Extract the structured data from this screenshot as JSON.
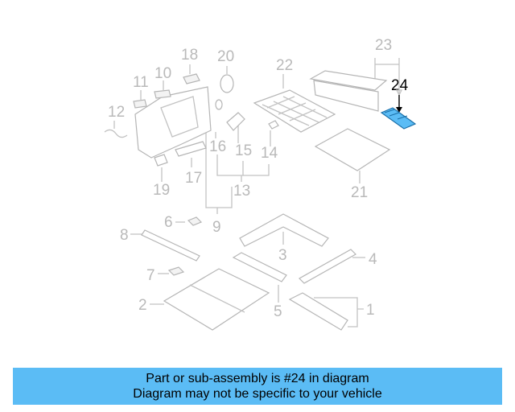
{
  "diagram": {
    "callouts": [
      {
        "id": "1",
        "label": "1"
      },
      {
        "id": "2",
        "label": "2"
      },
      {
        "id": "3",
        "label": "3"
      },
      {
        "id": "4",
        "label": "4"
      },
      {
        "id": "5",
        "label": "5"
      },
      {
        "id": "6",
        "label": "6"
      },
      {
        "id": "7",
        "label": "7"
      },
      {
        "id": "8",
        "label": "8"
      },
      {
        "id": "9",
        "label": "9"
      },
      {
        "id": "10",
        "label": "10"
      },
      {
        "id": "11",
        "label": "11"
      },
      {
        "id": "12",
        "label": "12"
      },
      {
        "id": "13",
        "label": "13"
      },
      {
        "id": "14",
        "label": "14"
      },
      {
        "id": "15",
        "label": "15"
      },
      {
        "id": "16",
        "label": "16"
      },
      {
        "id": "17",
        "label": "17"
      },
      {
        "id": "18",
        "label": "18"
      },
      {
        "id": "19",
        "label": "19"
      },
      {
        "id": "20",
        "label": "20"
      },
      {
        "id": "21",
        "label": "21"
      },
      {
        "id": "22",
        "label": "22"
      },
      {
        "id": "23",
        "label": "23"
      },
      {
        "id": "24",
        "label": "24"
      }
    ],
    "highlighted_part": "24",
    "highlight_color": "#5bbcf5"
  },
  "banner": {
    "line1": "Part or sub-assembly is #24 in diagram",
    "line2": "Diagram may not be specific to your vehicle",
    "background": "#5bbcf5"
  }
}
